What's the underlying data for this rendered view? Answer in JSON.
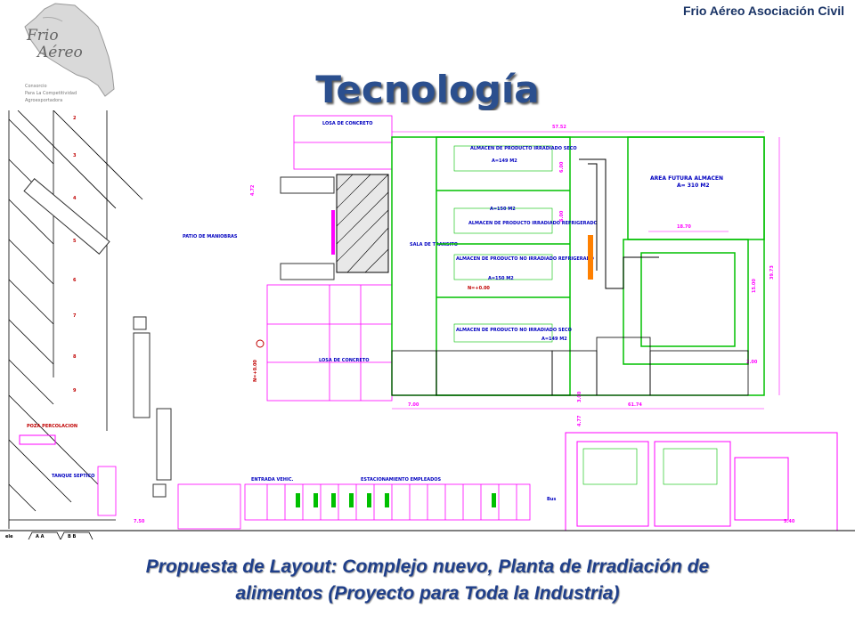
{
  "header": {
    "org_name": "Frio Aéreo Asociación  Civil",
    "title": "Tecnología"
  },
  "logo": {
    "line1": "Frio",
    "line2": "Aéreo",
    "sub1": "Consorcio",
    "sub2": "Para La Competitividad",
    "sub3": "Agroexportadora"
  },
  "plan": {
    "labels": {
      "losa1": "LOSA DE CONCRETO",
      "losa2": "LOSA DE CONCRETO",
      "patio": "PATIO DE MANIOBRAS",
      "sala": "SALA DE TRANSITO",
      "alm1": "ALMACEN DE PRODUCTO IRRADIADO SECO",
      "alm1b": "A=149 M2",
      "alm2": "A=150 M2",
      "alm2b": "ALMACEN DE PRODUCTO IRRADIADO REFRIGERADO",
      "alm3": "ALMACEN DE PRODUCTO NO IRRADIADO REFRIGERADO",
      "alm3b": "A=150 M2",
      "alm4": "ALMACEN DE PRODUCTO NO IRRADIADO SECO",
      "alm4b": "A=149 M2",
      "area": "AREA FUTURA ALMACEN",
      "areab": "A= 310 M2",
      "poza": "POZA PERCOLACION",
      "tanque": "TANQUE SEPTICO",
      "entrada": "ENTRADA VEHIC.",
      "parking": "ESTACIONAMIENTO EMPLEADOS",
      "level1": "N=+0.00",
      "level2": "N=+0.00",
      "bus": "Bus",
      "tab_a": "A A",
      "tab_b": "B B",
      "tab_pre": "ele"
    },
    "dims": [
      "57.52",
      "18.70",
      "61.74",
      "7.00",
      "39.73",
      "15.00",
      "4.72",
      "6.00",
      "6.00",
      "2.00",
      "3.00",
      "4.77",
      "7.50",
      "5.40"
    ],
    "numbers": [
      "2",
      "3",
      "4",
      "5",
      "6",
      "7",
      "8",
      "9"
    ]
  },
  "caption": {
    "line1": "Propuesta de Layout: Complejo nuevo, Planta de Irradiación de",
    "line2": "alimentos (Proyecto para Toda la Industria)"
  }
}
